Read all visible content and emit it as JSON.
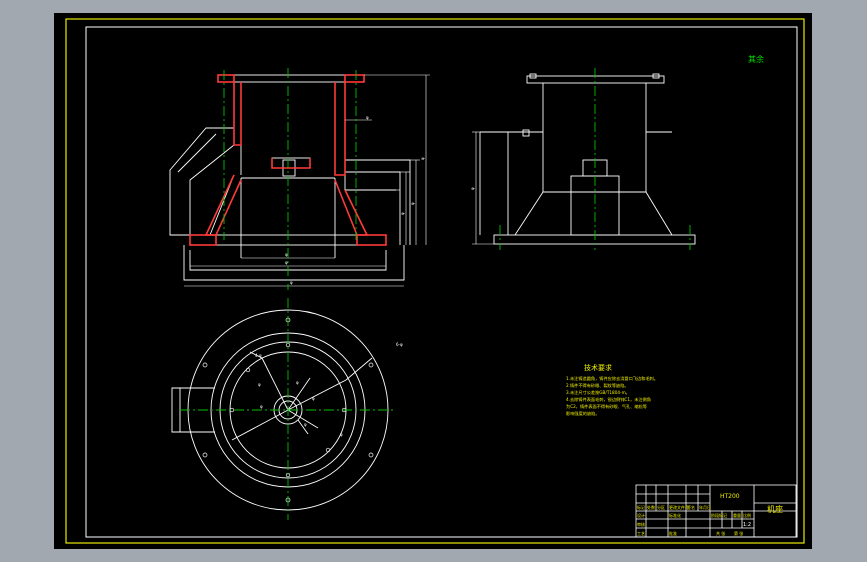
{
  "drawing": {
    "corner_mark": "其余",
    "material": "HT200",
    "part_name": "机座",
    "scale": "1:2",
    "tech_req": {
      "title": "技术要求",
      "lines": [
        "1.未注铸造圆角，铸件应除去浇冒口飞边和毛刺。",
        "2.铸件不得有砂眼、裂纹等缺陷。",
        "3.未注尺寸公差按GB/T1804-m。",
        "4.去除铸件表面毛刺，锐边倒钝C1，未注倒角",
        "为C2，铸件表面不得有砂眼、气孔、缩松等",
        "影响强度的缺陷。"
      ]
    },
    "title_block": {
      "cells": [
        "标记",
        "处数",
        "分区",
        "更改文件号",
        "签名",
        "年月日",
        "设计",
        "标准化",
        "阶段标记",
        "重量",
        "比例",
        "审核",
        "工艺",
        "批准",
        "共 张",
        "第 张"
      ]
    },
    "dims": {
      "front": [
        "φ",
        "φ",
        "φ",
        "φ",
        "φ",
        "φ",
        "φ"
      ],
      "side": [
        "φ"
      ],
      "plan": [
        "4-φ",
        "φ",
        "φ",
        "φ",
        "φ",
        "6-φ",
        "φ",
        "φ"
      ]
    }
  },
  "colors": {
    "frame_yellow": "#e8e800",
    "line_white": "#ffffff",
    "center_green": "#00c000",
    "section_red": "#ff3a3a",
    "hatch_magenta": "#ff4a6a",
    "text_yellow": "#f0f000",
    "window_gray": "#a2a8b0"
  }
}
